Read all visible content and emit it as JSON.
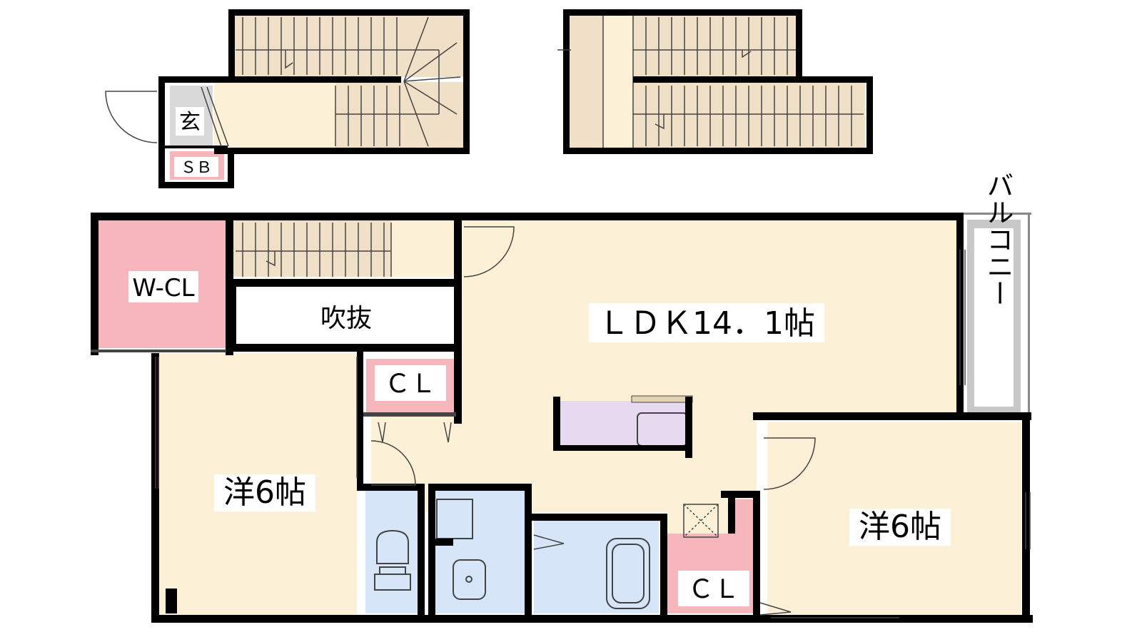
{
  "colors": {
    "wall": "#000000",
    "room": "#fcf1d6",
    "stair": "#f0e0c8",
    "closet": "#f7b6bc",
    "wet": "#d6e6f8",
    "kitchen": "#e7d9ef",
    "entry": "#d9d9d9",
    "balcony": "#c8c8c8",
    "counter": "#e5d3b3",
    "line": "#444444"
  },
  "labels": {
    "entrance": "玄",
    "shoe_box": "ＳＢ",
    "walk_in_closet": "W-CL",
    "void": "吹抜",
    "ldk": "ＬＤＫ14．1帖",
    "balcony": "バルコニー",
    "closet_upper": "ＣＬ",
    "closet_lower": "ＣＬ",
    "western_room_left": "洋6帖",
    "western_room_right": "洋6帖"
  }
}
